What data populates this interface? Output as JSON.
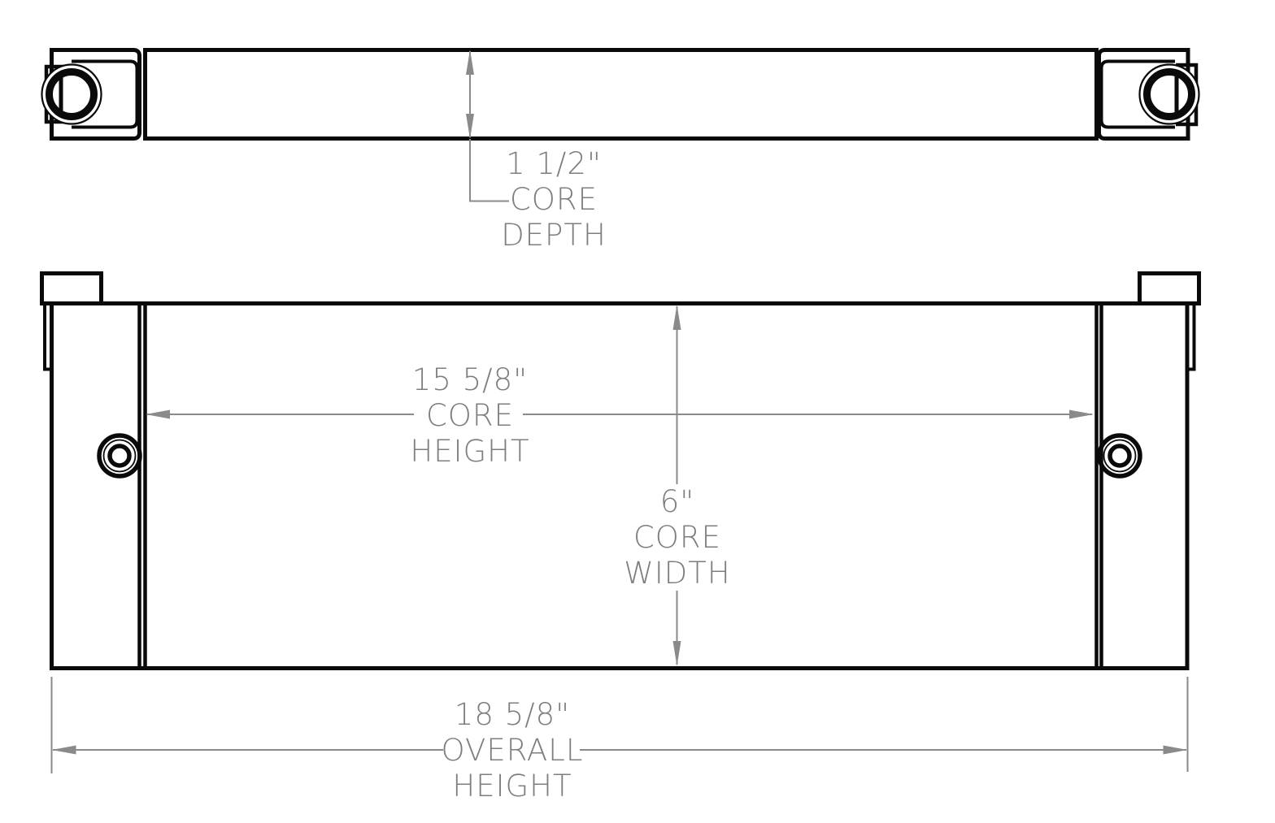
{
  "drawing": {
    "title": "Heat exchanger dimensional drawing",
    "views": {
      "top_view": "top view",
      "front_view": "front view"
    },
    "colors": {
      "outline": "#0a0a0a",
      "dimension_line": "#8a8a8a",
      "dimension_text": "#7e7e7e",
      "background": "#ffffff"
    },
    "dimensions": {
      "core_depth": {
        "value": "1 1/2\"",
        "lines": [
          "1 1/2\"",
          "CORE",
          "DEPTH"
        ]
      },
      "core_height": {
        "value": "15 5/8\"",
        "lines": [
          "15 5/8\"",
          "CORE",
          "HEIGHT"
        ]
      },
      "core_width": {
        "value": "6\"",
        "lines": [
          "6\"",
          "CORE",
          "WIDTH"
        ]
      },
      "overall_height": {
        "value": "18 5/8\"",
        "lines": [
          "18 5/8\"",
          "OVERALL",
          "HEIGHT"
        ]
      }
    }
  }
}
